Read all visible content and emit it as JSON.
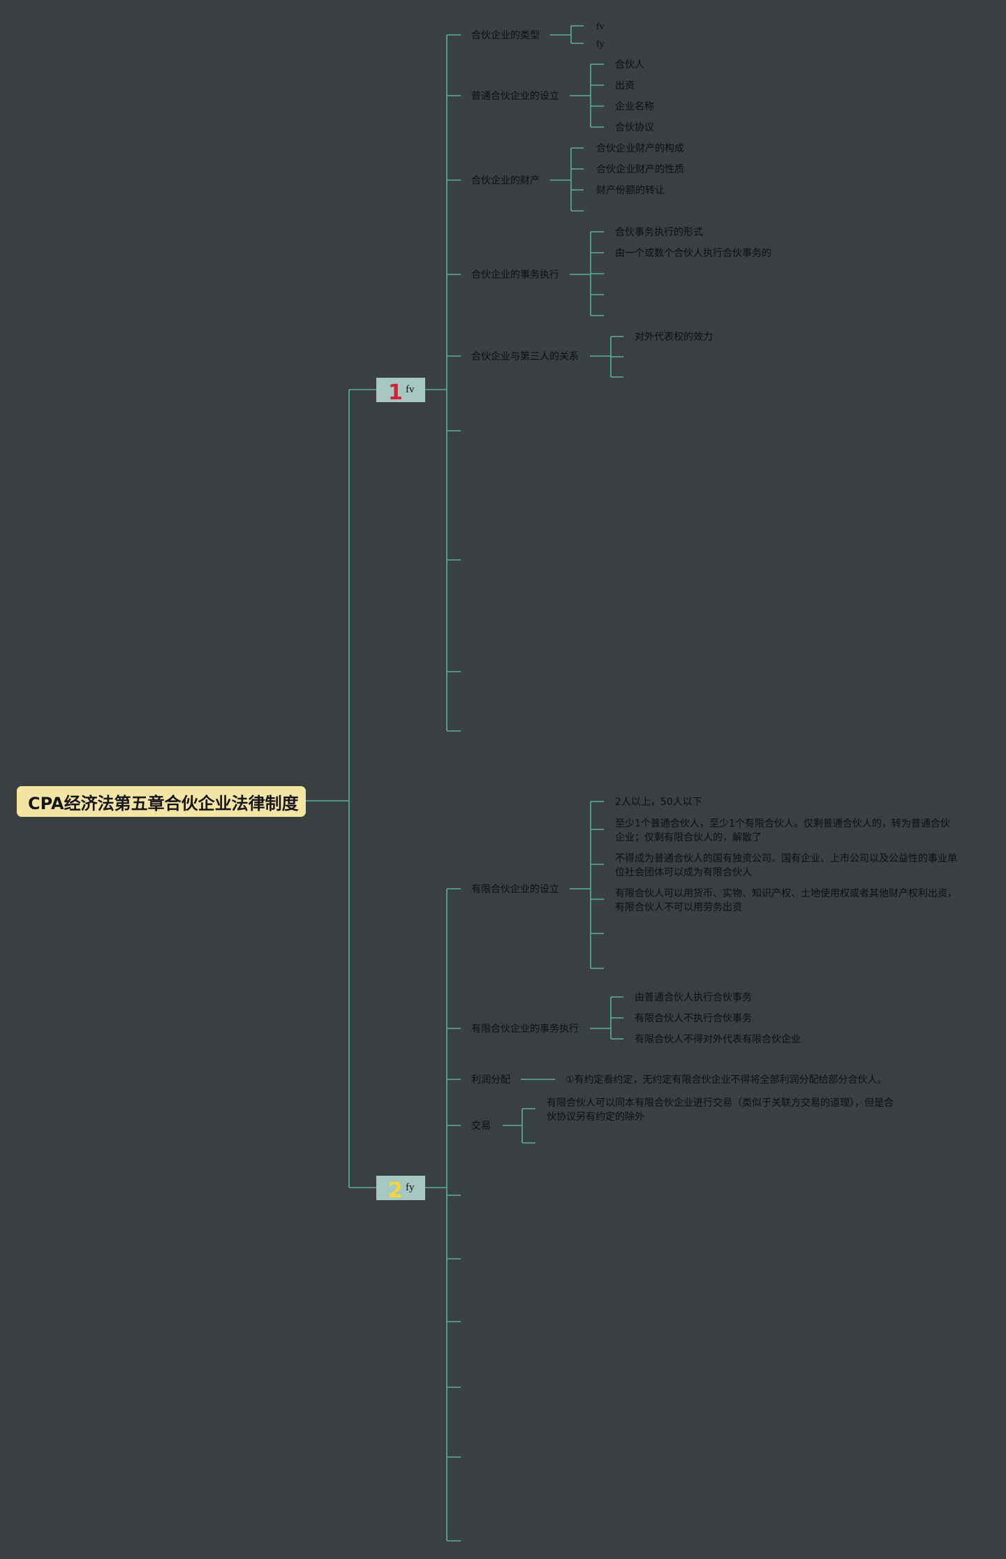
{
  "root": {
    "title": "CPA经济法第五章合伙企业法律制度"
  },
  "colors": {
    "background": "#3a3f42",
    "line": "#5fae9a",
    "root_bg": "#f3e6a4",
    "branch_bg": "#a9c7c1",
    "num1": "#d3203a",
    "num2": "#f1d63c"
  },
  "branches": [
    {
      "number": "1",
      "label": "fv",
      "children": [
        {
          "label": "合伙企业的类型",
          "children": [
            "fv",
            "fy"
          ]
        },
        {
          "label": "普通合伙企业的设立",
          "children": [
            "合伙人",
            "出资",
            "企业名称",
            "合伙协议"
          ]
        },
        {
          "label": "合伙企业的财产",
          "children": [
            "合伙企业财产的构成",
            "合伙企业财产的性质",
            "财产份额的转让",
            ""
          ]
        },
        {
          "label": "合伙企业的事务执行",
          "children": [
            "合伙事务执行的形式",
            "由一个或数个合伙人执行合伙事务的",
            "",
            "",
            ""
          ]
        },
        {
          "label": "合伙企业与第三人的关系",
          "children": [
            "对外代表权的效力",
            "",
            ""
          ]
        }
      ]
    },
    {
      "number": "2",
      "label": "fy",
      "children": [
        {
          "label": "有限合伙企业的设立",
          "children": [
            "2人以上，50人以下",
            "至少1个普通合伙人，至少1个有限合伙人。仅剩普通合伙人的，转为普通合伙企业；仅剩有限合伙人的，解散了",
            "不得成为普通合伙人的国有独资公司、国有企业、上市公司以及公益性的事业单位社会团体可以成为有限合伙人",
            "有限合伙人可以用货币、实物、知识产权、土地使用权或者其他财产权利出资，有限合伙人不可以用劳务出资",
            "",
            ""
          ]
        },
        {
          "label": "有限合伙企业的事务执行",
          "children": [
            "由普通合伙人执行合伙事务",
            "有限合伙人不执行合伙事务",
            "有限合伙人不得对外代表有限合伙企业"
          ]
        },
        {
          "label": "利润分配",
          "children": [
            "①有约定看约定，无约定有限合伙企业不得将全部利润分配给部分合伙人。"
          ]
        },
        {
          "label": "交易",
          "children": [
            "有限合伙人可以同本有限合伙企业进行交易（类似于关联方交易的道理），但是合伙协议另有约定的除外",
            ""
          ]
        }
      ]
    }
  ]
}
